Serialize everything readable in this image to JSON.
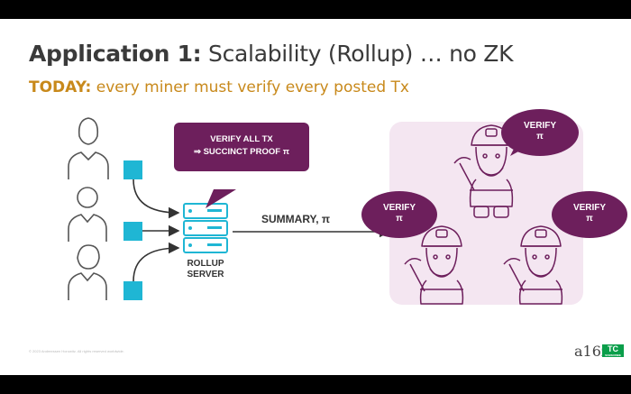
{
  "title": {
    "bold": "Application 1:",
    "rest": "Scalability (Rollup) … no ZK"
  },
  "subtitle": {
    "bold": "TODAY:",
    "rest": "every miner must verify every posted Tx"
  },
  "rollup_bubble": {
    "line1": "VERIFY ALL TX",
    "line2": "⇒ SUCCINCT PROOF π"
  },
  "summary_label": "SUMMARY, π",
  "server_label": {
    "line1": "ROLLUP",
    "line2": "SERVER"
  },
  "verify_bubbles": [
    {
      "line1": "VERIFY",
      "line2": "π"
    },
    {
      "line1": "VERIFY",
      "line2": "π"
    },
    {
      "line1": "VERIFY",
      "line2": "π"
    }
  ],
  "footer": "© 2023 Andreessen Horowitz. All rights reserved worldwide.",
  "logo": "a16z",
  "corner_badge": {
    "mark": "TC",
    "text": "SUBSCRIBE"
  },
  "colors": {
    "accent_gold": "#c8891b",
    "purple": "#6d1f5c",
    "cyan": "#1fb6d4",
    "miner_line": "#6d1f5c",
    "panel": "#f4e6f1"
  },
  "icons": [
    "user-icon",
    "user-icon",
    "user-icon",
    "transaction-square-icon",
    "server-stack-icon",
    "miner-icon",
    "miner-icon",
    "miner-icon"
  ]
}
